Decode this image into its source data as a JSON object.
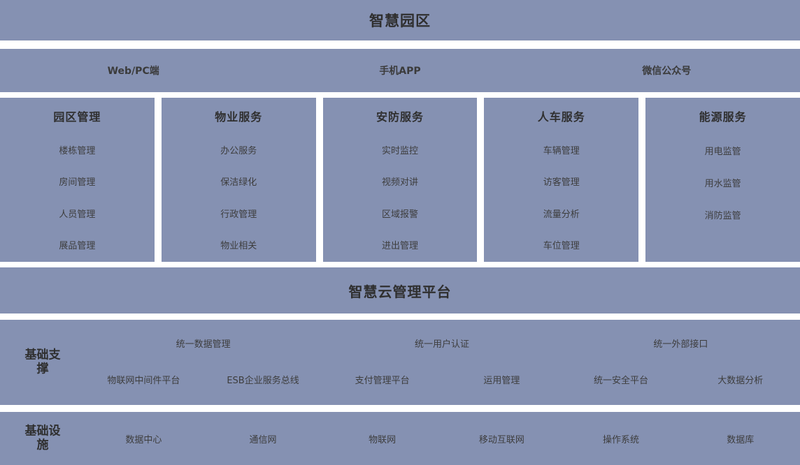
{
  "diagram": {
    "title": "智慧园区",
    "theme_color": "#8591b2",
    "text_color": "#3a3a3a",
    "background": "#ffffff"
  },
  "channels": {
    "items": [
      {
        "label": "Web/PC端"
      },
      {
        "label": "手机APP"
      },
      {
        "label": "微信公众号"
      }
    ]
  },
  "services": {
    "columns": [
      {
        "title": "园区管理",
        "items": [
          "楼栋管理",
          "房间管理",
          "人员管理",
          "展品管理"
        ]
      },
      {
        "title": "物业服务",
        "items": [
          "办公服务",
          "保洁绿化",
          "行政管理",
          "物业相关"
        ]
      },
      {
        "title": "安防服务",
        "items": [
          "实时监控",
          "视频对讲",
          "区域报警",
          "进出管理"
        ]
      },
      {
        "title": "人车服务",
        "items": [
          "车辆管理",
          "访客管理",
          "流量分析",
          "车位管理"
        ]
      },
      {
        "title": "能源服务",
        "items": [
          "用电监管",
          "用水监管",
          "消防监管"
        ]
      }
    ]
  },
  "cloud": {
    "title": "智慧云管理平台"
  },
  "support": {
    "label": "基础支撑",
    "upper": [
      "统一数据管理",
      "统一用户认证",
      "统一外部接口"
    ],
    "lower": [
      "物联网中间件平台",
      "ESB企业服务总线",
      "支付管理平台",
      "运用管理",
      "统一安全平台",
      "大数据分析"
    ]
  },
  "infrastructure": {
    "label": "基础设施",
    "items": [
      "数据中心",
      "通信网",
      "物联网",
      "移动互联网",
      "操作系统",
      "数据库"
    ]
  }
}
